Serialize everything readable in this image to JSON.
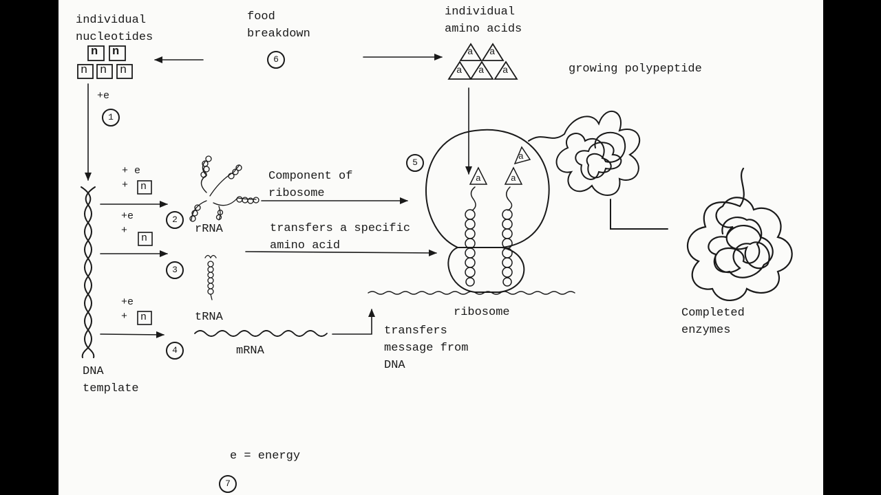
{
  "labels": {
    "individual_nucleotides": "individual\nnucleotides",
    "food_breakdown": "food\nbreakdown",
    "individual_amino_acids": "individual\namino acids",
    "growing_polypeptide": "growing polypeptide",
    "plus_e_1": "+e",
    "plus_e_2": "+ e\n+",
    "plus_e_3": "+e\n+",
    "plus_e_4": "+e\n+",
    "component_of_ribosome": "Component of\nribosome",
    "transfers_amino_acid": "transfers a specific\namino acid",
    "rrna": "rRNA",
    "trna": "tRNA",
    "mrna": "mRNA",
    "ribosome": "ribosome",
    "transfers_message": "transfers\nmessage from\nDNA",
    "completed_enzymes": "Completed\nenzymes",
    "dna_template": "DNA\ntemplate",
    "energy_key": "e = energy",
    "nucleotide_symbol": "n",
    "amino_acid_symbol": "a"
  },
  "steps": [
    "1",
    "2",
    "3",
    "4",
    "5",
    "6",
    "7"
  ]
}
